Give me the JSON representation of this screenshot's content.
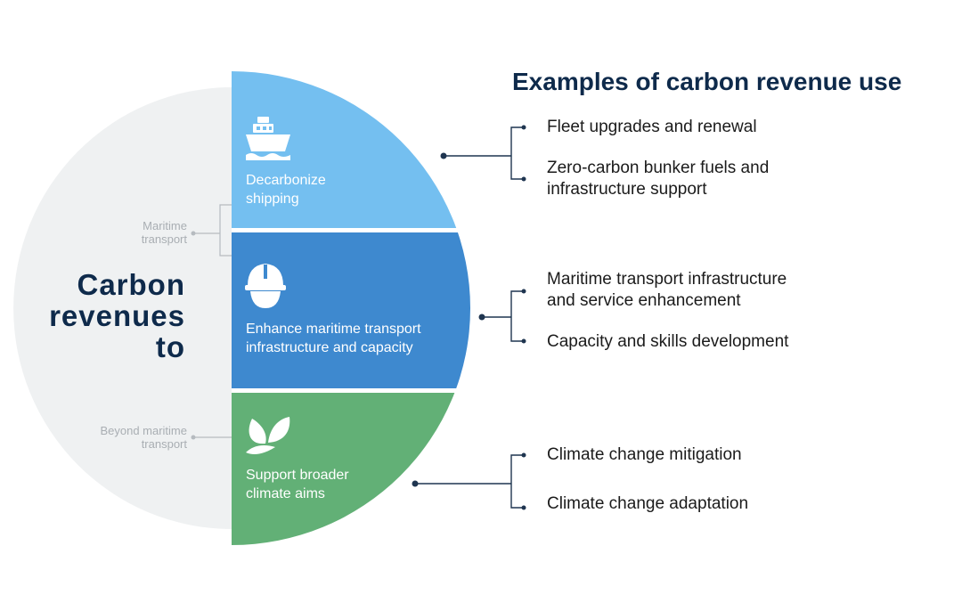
{
  "center": {
    "title_lines": [
      "Carbon",
      "revenues",
      "to"
    ]
  },
  "side_labels": {
    "maritime": [
      "Maritime",
      "transport"
    ],
    "beyond": [
      "Beyond maritime",
      "transport"
    ]
  },
  "segments": [
    {
      "label_lines": [
        "Decarbonize",
        "shipping"
      ],
      "icon": "ship-icon",
      "color": "#74bff0"
    },
    {
      "label_lines": [
        "Enhance maritime transport",
        "infrastructure and capacity"
      ],
      "icon": "hard-hat-icon",
      "color": "#3e89cf"
    },
    {
      "label_lines": [
        "Support broader",
        "climate aims"
      ],
      "icon": "leaves-icon",
      "color": "#62b076"
    }
  ],
  "examples_title": "Examples of carbon revenue use",
  "examples": [
    {
      "items": [
        {
          "lines": [
            "Fleet upgrades and renewal"
          ]
        },
        {
          "lines": [
            "Zero-carbon bunker fuels and",
            "infrastructure support"
          ]
        }
      ]
    },
    {
      "items": [
        {
          "lines": [
            "Maritime transport infrastructure",
            "and service enhancement"
          ]
        },
        {
          "lines": [
            "Capacity and skills development"
          ]
        }
      ]
    },
    {
      "items": [
        {
          "lines": [
            "Climate change mitigation"
          ]
        },
        {
          "lines": [
            "Climate change adaptation"
          ]
        }
      ]
    }
  ],
  "colors": {
    "navy": "#0e2a4b",
    "gray_circle": "#eff1f2",
    "connector": "#1f3550",
    "gray_text": "#a9aeb3"
  }
}
